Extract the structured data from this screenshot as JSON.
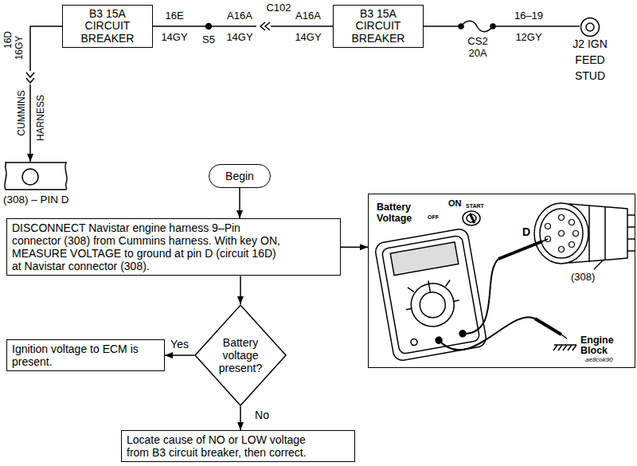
{
  "diagram": {
    "nodes": [
      {
        "text": [
          "B3 15A CIRCUIT BREAKER"
        ]
      },
      {
        "text": [
          "B3 15A CIRCUIT BREAKER"
        ]
      },
      {
        "text": [
          "J2 IGN FEED STUD"
        ]
      },
      {
        "text": [
          "(308) – PIN D"
        ]
      },
      {
        "text": [
          "Begin"
        ]
      },
      {
        "text": [
          "DISCONNECT Navistar engine harness 9–Pin connector (308) from Cummins harness. With key ON, MEASURE VOLTAGE to ground at pin D (circuit 16D) at Navistar connector (308)."
        ]
      },
      {
        "text": [
          "Battery Voltage",
          "ON",
          "START",
          "OFF",
          "D",
          "(308)",
          "Engine Block",
          "ae8cok90"
        ]
      },
      {
        "text": [
          "Battery voltage present?"
        ]
      },
      {
        "text": [
          "Ignition voltage to ECM is present."
        ]
      },
      {
        "text": [
          "Locate cause of NO or LOW voltage from B3 circuit breaker, then correct."
        ]
      }
    ],
    "edges": [
      {
        "from": 0,
        "to": 1,
        "arrow": "none"
      },
      {
        "from": 1,
        "to": 2,
        "arrow": "none"
      },
      {
        "from": 0,
        "to": 3,
        "arrow": "to"
      },
      {
        "from": 4,
        "to": 5,
        "arrow": "to"
      },
      {
        "from": 5,
        "to": 6,
        "arrow": "to"
      },
      {
        "from": 5,
        "to": 7,
        "arrow": "to"
      },
      {
        "from": 7,
        "to": 8,
        "label": "Yes",
        "arrow": "to"
      },
      {
        "from": 7,
        "to": 9,
        "label": "No",
        "arrow": "to"
      }
    ],
    "labels": [
      "16E",
      "14GY",
      "A16A",
      "14GY",
      "C102",
      "S5",
      "A16A",
      "14GY",
      "CS2",
      "20A",
      "16–19",
      "12GY",
      "16D",
      "16GY",
      "CUMMINS",
      "HARNESS"
    ]
  }
}
